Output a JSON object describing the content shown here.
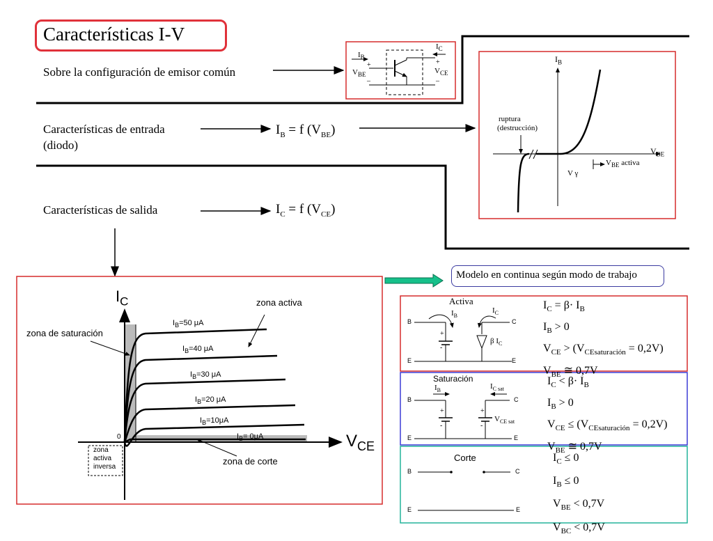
{
  "title": "Características I-V",
  "config_text": "Sobre la configuración de emisor común",
  "entrada_line1": "Características de entrada",
  "entrada_line2": "(diodo)",
  "salida_text": "Características de salida",
  "eq_ib_main": "I",
  "eq_ib_sub": "B",
  "eq_ib_rhs": "= f (V",
  "eq_ib_rhs_sub": "BE",
  "eq_ic_main": "I",
  "eq_ic_sub": "C",
  "eq_ic_rhs": "= f (V",
  "eq_ic_rhs_sub": "CE",
  "close_paren": ")",
  "modelo_label": "Modelo en continua según modo de trabajo",
  "transistor": {
    "ib": "I",
    "ib_sub": "B",
    "ic": "I",
    "ic_sub": "C",
    "vbe": "V",
    "vbe_sub": "BE",
    "vce": "V",
    "vce_sub": "CE",
    "plus": "+",
    "minus": "–"
  },
  "input_chart": {
    "y_label": "I",
    "y_sub": "B",
    "x_label": "V",
    "x_sub": "BE",
    "ruptura_line1": "ruptura",
    "ruptura_line2": "(destrucción)",
    "vgamma": "V γ",
    "activa_v": "V",
    "activa_sub": "BE",
    "activa_word": "activa"
  },
  "output_chart": {
    "y_label": "I",
    "y_sub": "C",
    "x_label": "V",
    "x_sub": "CE",
    "origin": "0",
    "zona_activa": "zona activa",
    "zona_saturacion": "zona de saturación",
    "zona_corte": "zona de corte",
    "zona_inversa": [
      "zona",
      "activa",
      "inversa"
    ],
    "curves": [
      {
        "ib": "I",
        "sub": "B",
        "val": "=50 μA"
      },
      {
        "ib": "I",
        "sub": "B",
        "val": "=40 μA"
      },
      {
        "ib": "I",
        "sub": "B",
        "val": "=30 μA"
      },
      {
        "ib": "I",
        "sub": "B",
        "val": "=20 μA"
      },
      {
        "ib": "I",
        "sub": "B",
        "val": "=10μA"
      },
      {
        "ib": "I",
        "sub": "B",
        "val": "= 0μA"
      }
    ]
  },
  "models": {
    "activa": {
      "title": "Activa",
      "b": "B",
      "c": "C",
      "e": "E",
      "ib": "I",
      "ib_sub": "B",
      "ic": "I",
      "ic_sub": "C",
      "beta_ic": "β I",
      "beta_sub": "C",
      "plus": "+",
      "minus": "-",
      "eqs": [
        "I",
        "C",
        " = β· I",
        "B",
        "I",
        "B",
        " > 0",
        "V",
        "CE",
        " > (V",
        "CEsaturación",
        " = 0,2V)",
        "V",
        "BE",
        " ≅ 0,7V"
      ]
    },
    "saturacion": {
      "title": "Saturación",
      "b": "B",
      "c": "C",
      "e": "E",
      "ib": "I",
      "ib_sub": "B",
      "icsat": "I",
      "icsat_sub": "C sat",
      "vcesat": "V",
      "vcesat_sub": "CE sat",
      "plus": "+",
      "minus": "-",
      "eqs": [
        "I",
        "C",
        " < β· I",
        "B",
        "I",
        "B",
        " > 0",
        "V",
        "CE",
        " ≤ (V",
        "CEsaturación",
        " = 0,2V)",
        "V",
        "BE",
        " ≅ 0,7V"
      ]
    },
    "corte": {
      "title": "Corte",
      "b": "B",
      "c": "C",
      "e": "E",
      "eqs": [
        "I",
        "C",
        " ≤ 0",
        "I",
        "B",
        " ≤ 0",
        "V",
        "BE",
        " < 0,7V",
        "V",
        "BC",
        " < 0,7V"
      ]
    }
  }
}
